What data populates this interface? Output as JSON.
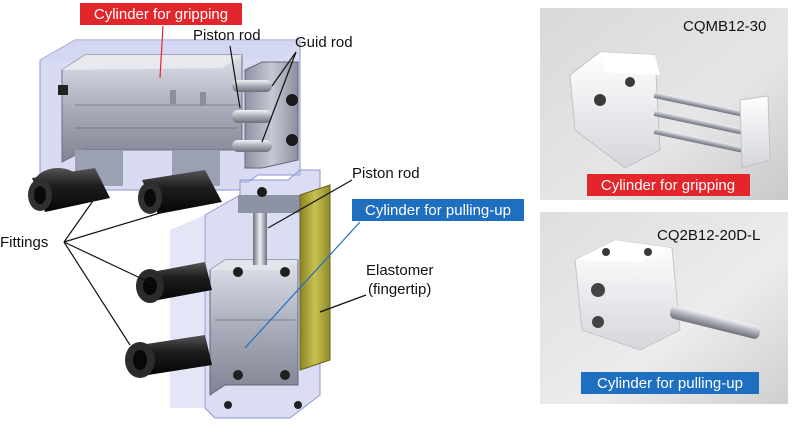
{
  "diagram": {
    "labels": {
      "cylinder_gripping": "Cylinder for gripping",
      "piston_rod_top": "Piston rod",
      "guid_rod": "Guid rod",
      "piston_rod_mid": "Piston rod",
      "cylinder_pulling": "Cylinder for pulling-up",
      "elastomer_line1": "Elastomer",
      "elastomer_line2": "(fingertip)",
      "fittings": "Fittings"
    }
  },
  "photos": {
    "top": {
      "model": "CQMB12-30",
      "tag": "Cylinder for gripping"
    },
    "bottom": {
      "model": "CQ2B12-20D-L",
      "tag": "Cylinder for pulling-up"
    }
  },
  "colors": {
    "red_tag": "#e3262b",
    "blue_tag": "#1f6fc0",
    "housing": "#b8bde8",
    "elastomer": "#b9b23a"
  }
}
